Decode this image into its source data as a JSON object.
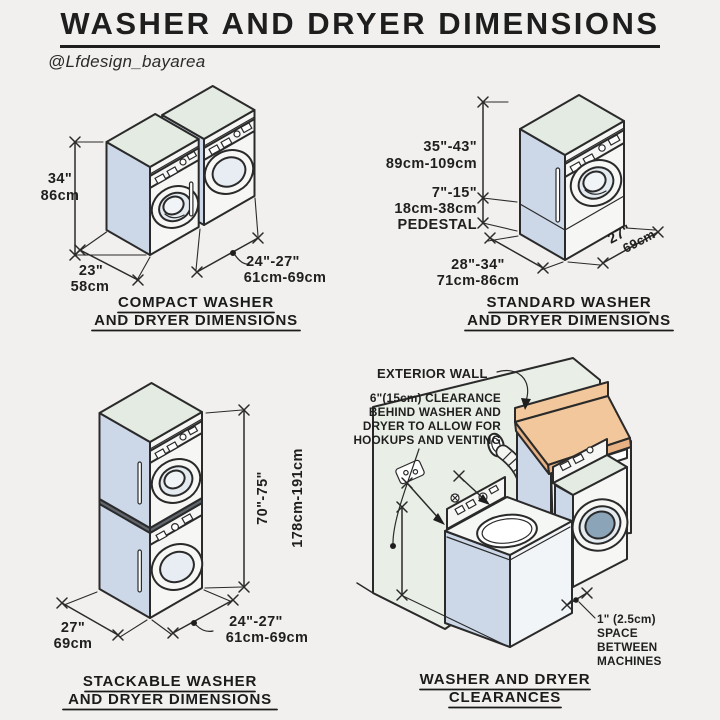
{
  "title": "WASHER AND DRYER DIMENSIONS",
  "handle": "@Lfdesign_bayarea",
  "colors": {
    "background": "#f1f0ee",
    "ink": "#2a2a2a",
    "machine_side": "#ccd7e8",
    "machine_top": "#e4ebe2",
    "machine_front": "#f6f7f5",
    "door_ring": "#e3eaf0",
    "wall": "#e9efe6",
    "countertop": "#f2c79b",
    "countertop_edge": "#e7b184",
    "dryer_door_glass": "#8ba4b8"
  },
  "sections": {
    "compact": {
      "caption_line1": "COMPACT WASHER",
      "caption_line2": "AND DRYER DIMENSIONS",
      "height_in": "34\"",
      "height_cm": "86cm",
      "depth_in": "23\"",
      "depth_cm": "58cm",
      "width_in": "24\"-27\"",
      "width_cm": "61cm-69cm"
    },
    "standard": {
      "caption_line1": "STANDARD WASHER",
      "caption_line2": "AND DRYER DIMENSIONS",
      "height_in": "35\"-43\"",
      "height_cm": "89cm-109cm",
      "pedestal_in": "7\"-15\"",
      "pedestal_cm": "18cm-38cm",
      "pedestal_label": "PEDESTAL",
      "depth_in": "28\"-34\"",
      "depth_cm": "71cm-86cm",
      "width_in": "27\"",
      "width_cm": "69cm"
    },
    "stackable": {
      "caption_line1": "STACKABLE WASHER",
      "caption_line2": "AND DRYER DIMENSIONS",
      "height_in": "70\"-75\"",
      "height_cm": "178cm-191cm",
      "depth_in": "27\"",
      "depth_cm": "69cm",
      "width_in": "24\"-27\"",
      "width_cm": "61cm-69cm"
    },
    "clearances": {
      "caption_line1": "WASHER AND DRYER",
      "caption_line2": "CLEARANCES",
      "exterior_wall_label": "EXTERIOR WALL",
      "clearance_note_line1": "6\"(15cm) CLEARANCE",
      "clearance_note_line2": "BEHIND WASHER AND",
      "clearance_note_line3": "DRYER TO ALLOW FOR",
      "clearance_note_line4": "HOOKUPS AND VENTING",
      "space_note_line1": "1\" (2.5cm)",
      "space_note_line2": "SPACE",
      "space_note_line3": "BETWEEN",
      "space_note_line4": "MACHINES"
    }
  }
}
